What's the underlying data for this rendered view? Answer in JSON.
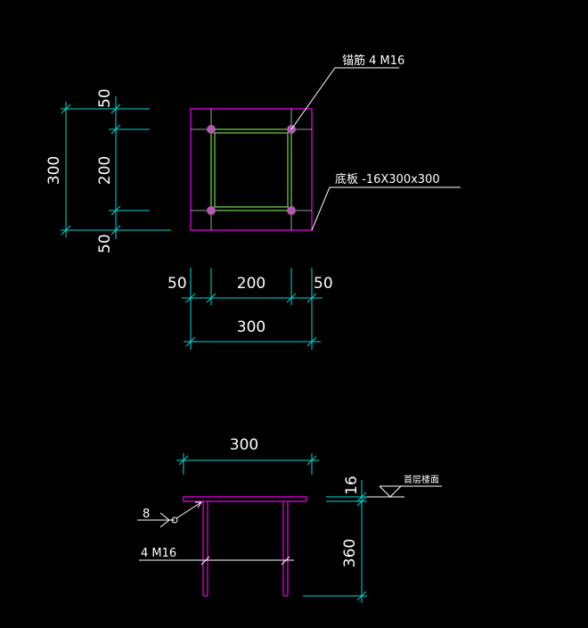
{
  "colors": {
    "background": "#000000",
    "dimension": "#00d7d7",
    "plate": "#d000d0",
    "stiffener": "#8cff5a",
    "bolt": "#b05ab0",
    "leader": "#ffffff",
    "text": "#ffffff"
  },
  "plan_view": {
    "anchor_label": "锚筋 4 M16",
    "plate_label": "底板 -16X300x300",
    "dims_vertical": {
      "top": "50",
      "middle": "200",
      "bottom": "50",
      "overall": "300"
    },
    "dims_horizontal": {
      "left": "50",
      "middle": "200",
      "right": "50",
      "overall": "300"
    }
  },
  "section_view": {
    "width_dim": "300",
    "plate_thickness_dim": "16",
    "height_dim": "360",
    "weld_size": "8",
    "anchor_label": "4 M16",
    "level_label": "首层楼面"
  }
}
